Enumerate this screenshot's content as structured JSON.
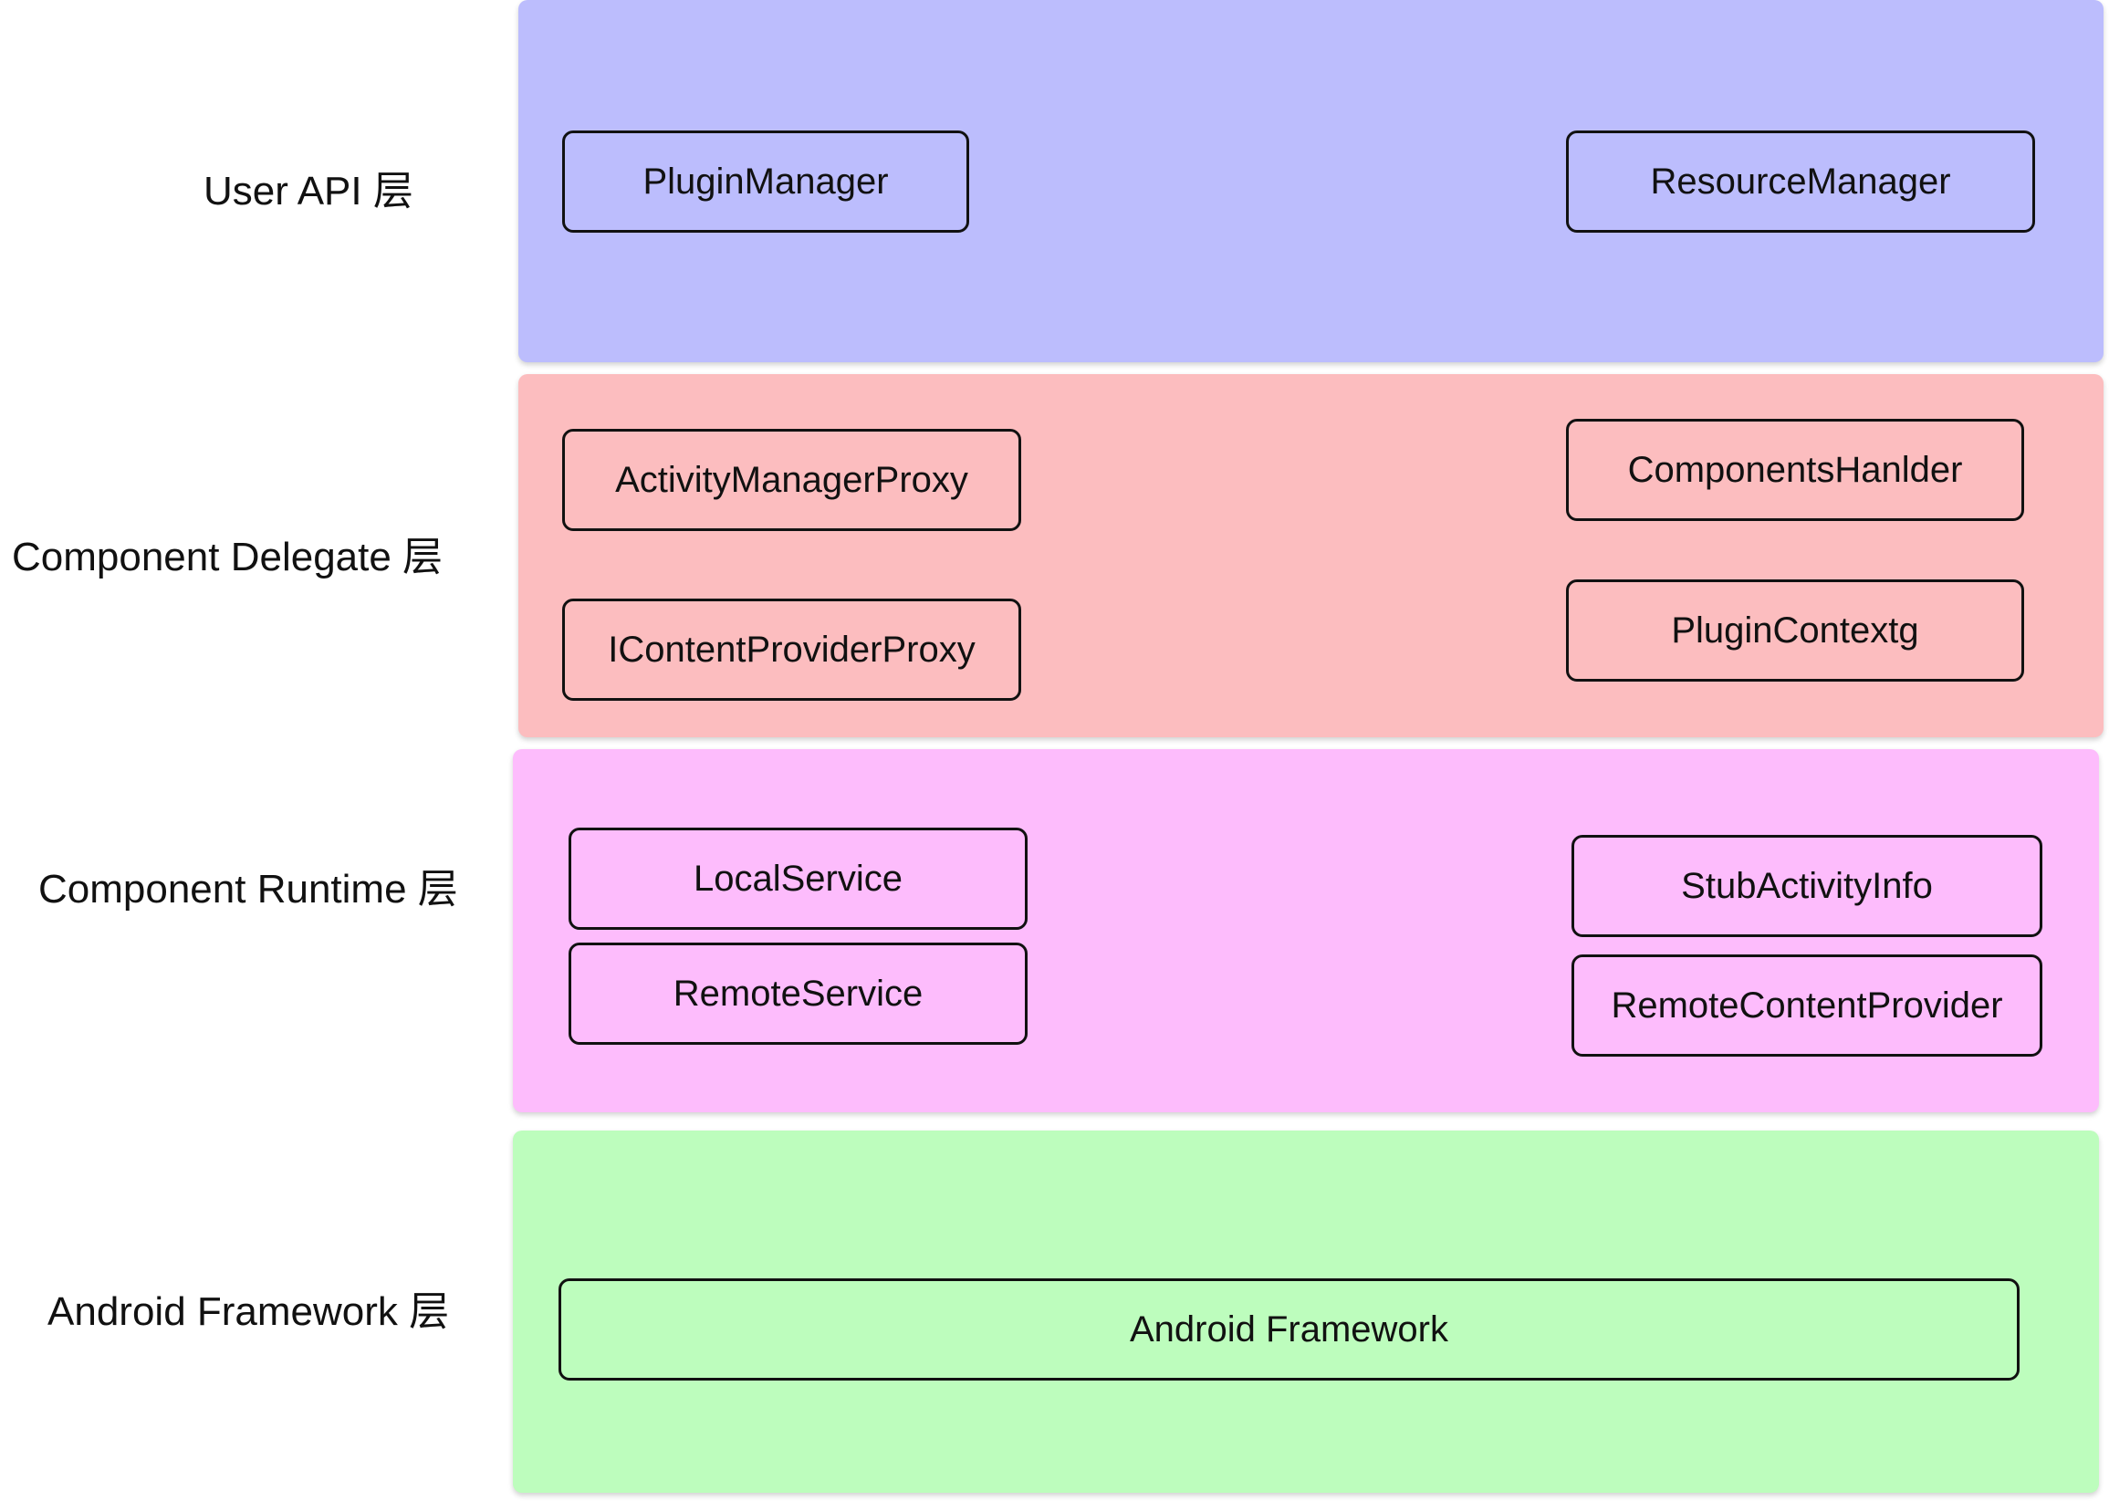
{
  "layers": [
    {
      "label": "User API 层",
      "color": "#bcbdfd",
      "boxes": [
        "PluginManager",
        "ResourceManager"
      ]
    },
    {
      "label": "Component Delegate 层",
      "color": "#fcbdbf",
      "boxes": [
        "ActivityManagerProxy",
        "IContentProviderProxy",
        "ComponentsHanlder",
        "PluginContextg"
      ]
    },
    {
      "label": "Component Runtime 层",
      "color": "#fdbcfc",
      "boxes": [
        "LocalService",
        "RemoteService",
        "StubActivityInfo",
        "RemoteContentProvider"
      ]
    },
    {
      "label": "Android Framework 层",
      "color": "#bdfdbd",
      "boxes": [
        "Android Framework"
      ]
    }
  ]
}
